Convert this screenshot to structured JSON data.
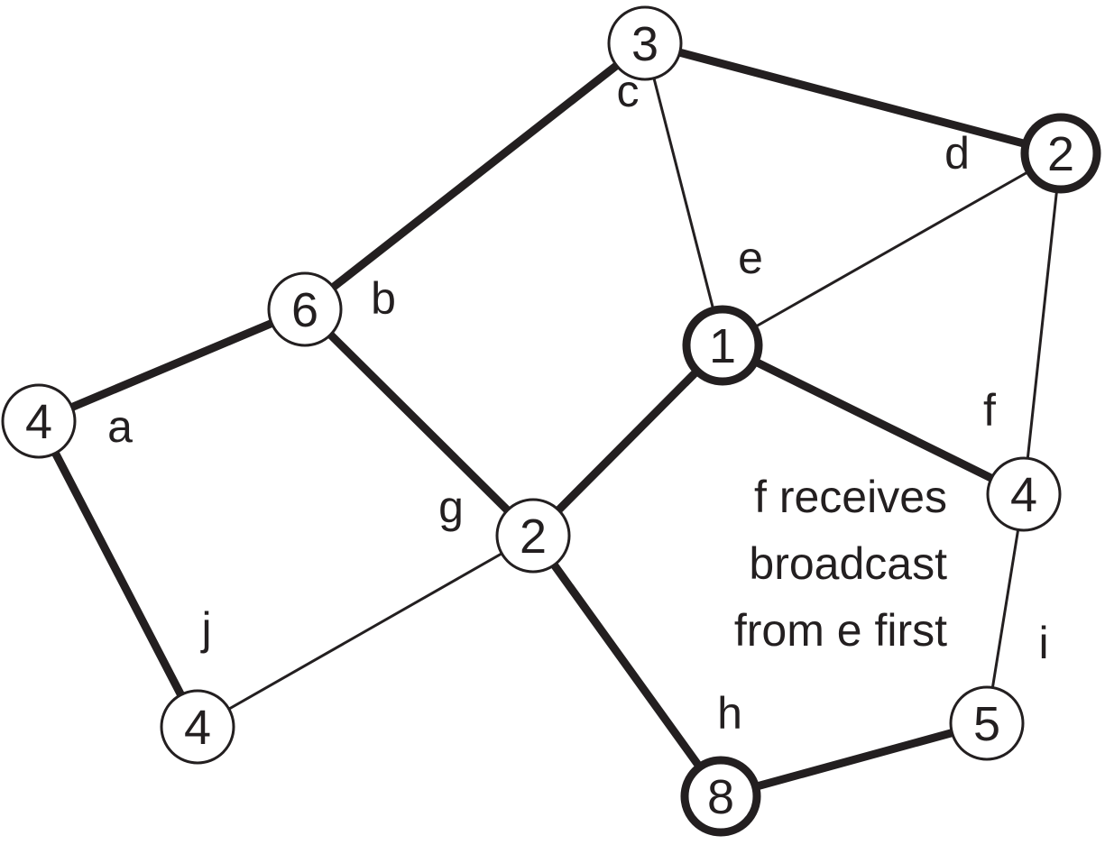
{
  "diagram": {
    "line_color": "#231f20",
    "background": "#ffffff",
    "nodes": [
      {
        "id": "a",
        "letter": "a",
        "value": "4",
        "bold": false
      },
      {
        "id": "b",
        "letter": "b",
        "value": "6",
        "bold": false
      },
      {
        "id": "c",
        "letter": "c",
        "value": "3",
        "bold": false
      },
      {
        "id": "d",
        "letter": "d",
        "value": "2",
        "bold": true
      },
      {
        "id": "e",
        "letter": "e",
        "value": "1",
        "bold": true
      },
      {
        "id": "f",
        "letter": "f",
        "value": "4",
        "bold": false
      },
      {
        "id": "g",
        "letter": "g",
        "value": "2",
        "bold": false
      },
      {
        "id": "h",
        "letter": "h",
        "value": "8",
        "bold": true
      },
      {
        "id": "i",
        "letter": "i",
        "value": "5",
        "bold": false
      },
      {
        "id": "j",
        "letter": "j",
        "value": "4",
        "bold": false
      }
    ],
    "edges": [
      {
        "from": "c",
        "to": "d",
        "bold": true
      },
      {
        "from": "c",
        "to": "b",
        "bold": true
      },
      {
        "from": "c",
        "to": "e",
        "bold": false
      },
      {
        "from": "d",
        "to": "e",
        "bold": false
      },
      {
        "from": "d",
        "to": "f",
        "bold": false
      },
      {
        "from": "b",
        "to": "a",
        "bold": true
      },
      {
        "from": "b",
        "to": "g",
        "bold": true
      },
      {
        "from": "a",
        "to": "j",
        "bold": true
      },
      {
        "from": "e",
        "to": "g",
        "bold": true
      },
      {
        "from": "e",
        "to": "f",
        "bold": true
      },
      {
        "from": "g",
        "to": "j",
        "bold": false
      },
      {
        "from": "g",
        "to": "h",
        "bold": true
      },
      {
        "from": "f",
        "to": "i",
        "bold": false
      },
      {
        "from": "i",
        "to": "h",
        "bold": true
      }
    ],
    "caption_lines": [
      "f receives",
      "broadcast",
      "from e first"
    ]
  }
}
